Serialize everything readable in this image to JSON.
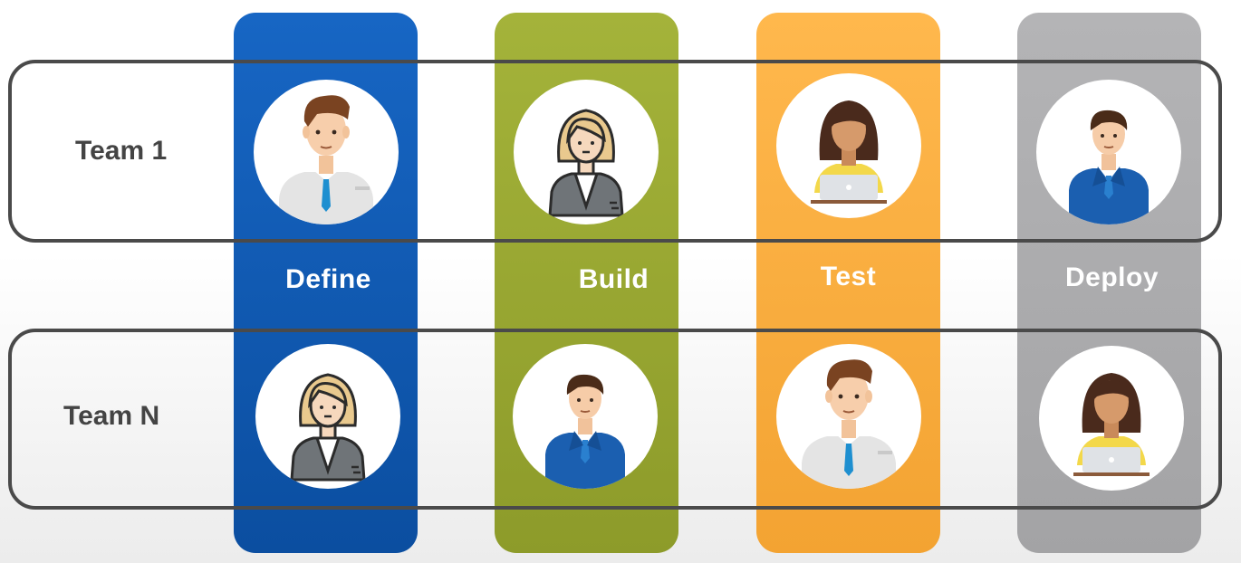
{
  "stages": [
    "Define",
    "Build",
    "Test",
    "Deploy"
  ],
  "teams": [
    "Team 1",
    "Team N"
  ],
  "colors": {
    "define": "#1766c4",
    "build": "#a4b33a",
    "test": "#ffb84d",
    "deploy": "#b4b4b6",
    "row_border": "#4a4a4a",
    "team_text": "#444444"
  },
  "avatars": {
    "team_1": [
      "man-shirt-tie-icon",
      "woman-blazer-icon",
      "woman-laptop-icon",
      "man-suit-icon"
    ],
    "team_n": [
      "woman-blazer-icon",
      "man-suit-icon",
      "man-shirt-tie-icon",
      "woman-laptop-icon"
    ]
  }
}
